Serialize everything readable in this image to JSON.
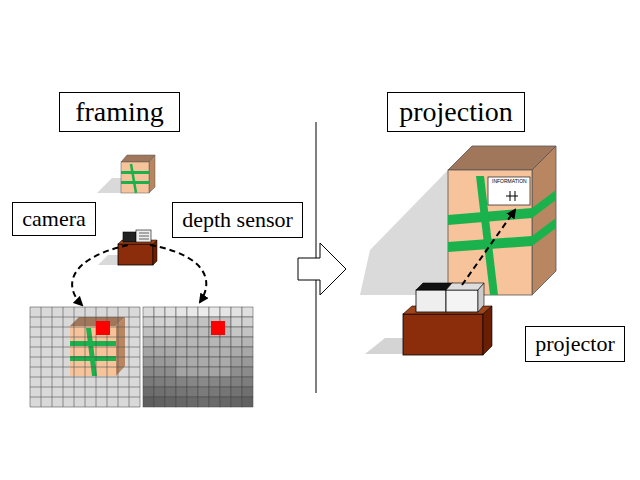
{
  "diagram": {
    "nodes": [
      {
        "text": [
          "framing"
        ]
      },
      {
        "text": [
          "camera"
        ]
      },
      {
        "text": [
          "depth sensor"
        ]
      },
      {
        "text": [
          "projection"
        ]
      },
      {
        "text": [
          "projector"
        ]
      }
    ],
    "labels": [
      "INFORMATION"
    ]
  }
}
